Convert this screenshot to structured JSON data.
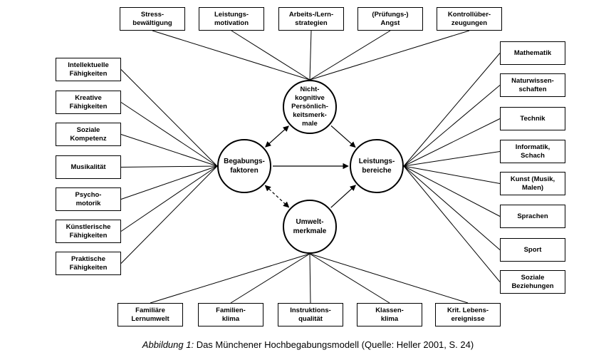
{
  "top_boxes": [
    "Stress-\nbewältigung",
    "Leistungs-\nmotivation",
    "Arbeits-/Lern-\nstrategien",
    "(Prüfungs-)\nAngst",
    "Kontrollüber-\nzeugungen"
  ],
  "left_boxes": [
    "Intellektuelle\nFähigkeiten",
    "Kreative\nFähigkeiten",
    "Soziale\nKompetenz",
    "Musikalität",
    "Psycho-\nmotorik",
    "Künstlerische\nFähigkeiten",
    "Praktische\nFähigkeiten"
  ],
  "right_boxes": [
    "Mathematik",
    "Naturwissen-\nschaften",
    "Technik",
    "Informatik,\nSchach",
    "Kunst (Musik,\nMalen)",
    "Sprachen",
    "Sport",
    "Soziale\nBeziehungen"
  ],
  "bottom_boxes": [
    "Familiäre\nLernumwelt",
    "Familien-\nklima",
    "Instruktions-\nqualität",
    "Klassen-\nklima",
    "Krit. Lebens-\nereignisse"
  ],
  "circles": {
    "nichtkognitive": "Nicht-\nkognitive\nPersönlich-\nkeitsmerk-\nmale",
    "begabung": "Begabungs-\nfaktoren",
    "leistung": "Leistungs-\nbereiche",
    "umwelt": "Umwelt-\nmerkmale"
  },
  "caption": {
    "label": "Abbildung 1:",
    "text": " Das Münchener Hochbegabungsmodell (Quelle: Heller 2001, S. 24)"
  }
}
